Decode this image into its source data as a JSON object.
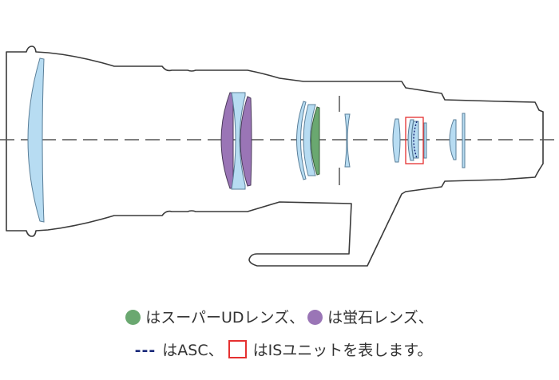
{
  "legend": {
    "super_ud_text": "はスーパーUDレンズ、",
    "fluorite_text": "は蛍石レンズ、",
    "asc_symbol": "---",
    "asc_text": "はASC、",
    "is_text": "はISユニットを表します。"
  },
  "colors": {
    "super_ud": "#6aa870",
    "fluorite": "#9a75b6",
    "standard_lens": "#b7dcf2",
    "asc": "#1a2a7a",
    "is_unit": "#e53030"
  }
}
